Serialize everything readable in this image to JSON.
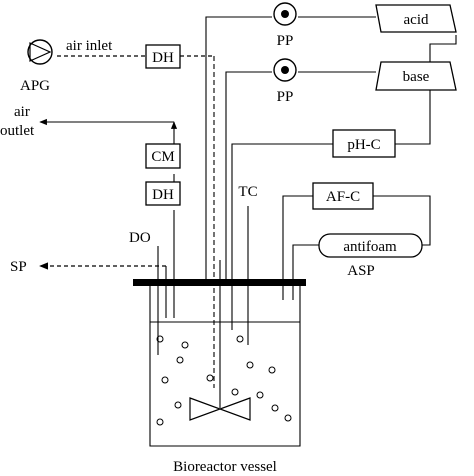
{
  "labels": {
    "apg": "APG",
    "air_inlet": "air inlet",
    "dh_top": "DH",
    "air_outlet_line1": "air",
    "air_outlet_line2": "outlet",
    "cm": "CM",
    "dh_lower": "DH",
    "pp_top": "PP",
    "pp_bottom": "PP",
    "acid": "acid",
    "base": "base",
    "ph_c": "pH-C",
    "af_c": "AF-C",
    "antifoam": "antifoam",
    "asp": "ASP",
    "tc": "TC",
    "do": "DO",
    "sp": "SP",
    "caption": "Bioreactor vessel"
  }
}
